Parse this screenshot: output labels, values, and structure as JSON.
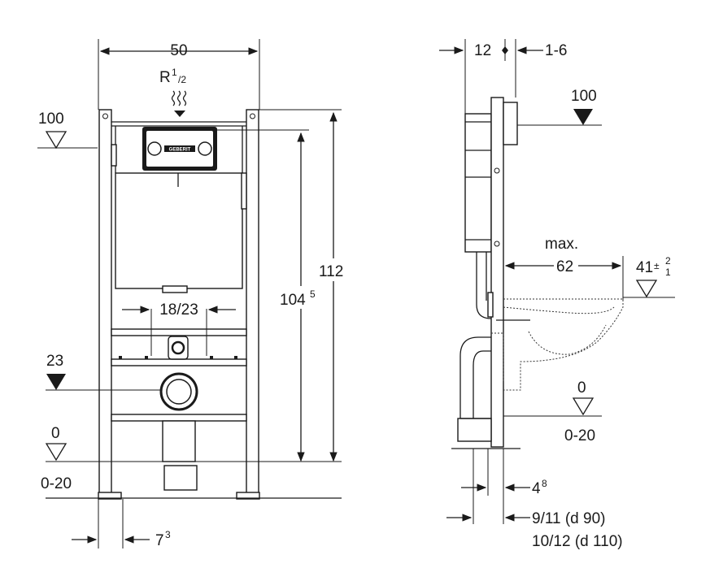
{
  "front_view": {
    "width_label": "50",
    "thread_label": "R",
    "thread_sup": "1",
    "thread_sub": "/2",
    "height_label_left": "100",
    "top_height_label": "112",
    "inner_height_label": "104",
    "inner_height_sup": "5",
    "pipe_spacing_label": "18/23",
    "outlet_height_label": "23",
    "floor_label": "0",
    "floor_range_label": "0-20",
    "foot_offset_label": "7",
    "foot_offset_sup": "3",
    "brand_label": "GEBERIT"
  },
  "side_view": {
    "depth_label": "12",
    "wall_label": "1-6",
    "height_label_right": "100",
    "max_label": "max.",
    "projection_label": "62",
    "bowl_height_label": "41",
    "bowl_tol_plus": "2",
    "bowl_tol_minus": "1",
    "floor_label": "0",
    "floor_range_label": "0-20",
    "offset_label": "4",
    "offset_sup": "8",
    "pipe_d90_label": "9/11 (d 90)",
    "pipe_d110_label": "10/12 (d 110)"
  }
}
